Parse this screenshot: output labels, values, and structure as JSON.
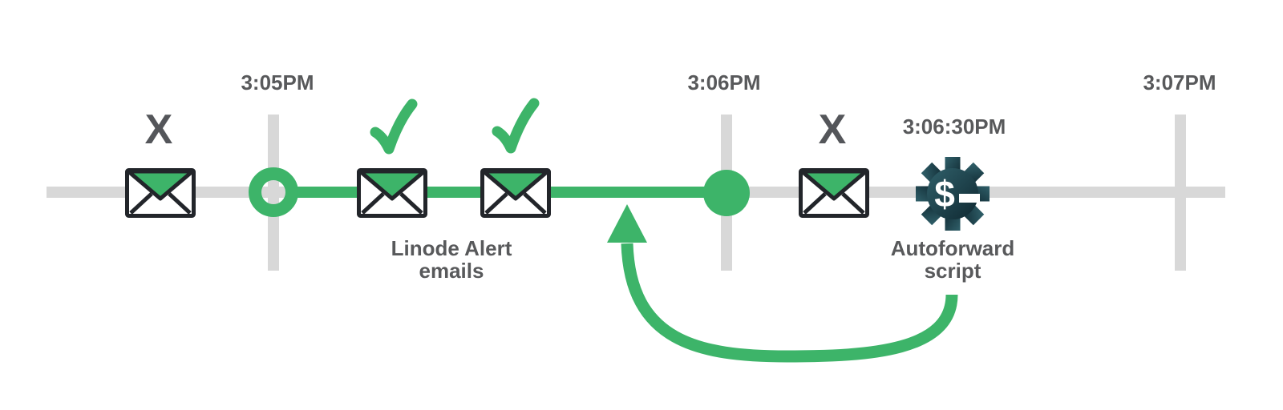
{
  "colors": {
    "green": "#3db469",
    "track_gray": "#d8d8d8",
    "label_gray": "#58595b",
    "outline_dark": "#22252a",
    "gear_gradient_start": "#30606a",
    "gear_gradient_end": "#0f2831",
    "white": "#ffffff"
  },
  "timeline": {
    "tick_labels": [
      "3:05PM",
      "3:06PM",
      "3:07PM"
    ]
  },
  "alert_emails_label": {
    "line1": "Linode Alert",
    "line2": "emails"
  },
  "script": {
    "time": "3:06:30PM",
    "name_line1": "Autoforward",
    "name_line2": "script"
  },
  "marks": {
    "blocked": "X"
  },
  "gear": {
    "glyph": "$"
  },
  "icons": {
    "envelope": "envelope-icon",
    "check": "check-icon",
    "blocked": "x-icon",
    "script": "gear-terminal-icon",
    "loop": "loop-arrow-icon"
  }
}
